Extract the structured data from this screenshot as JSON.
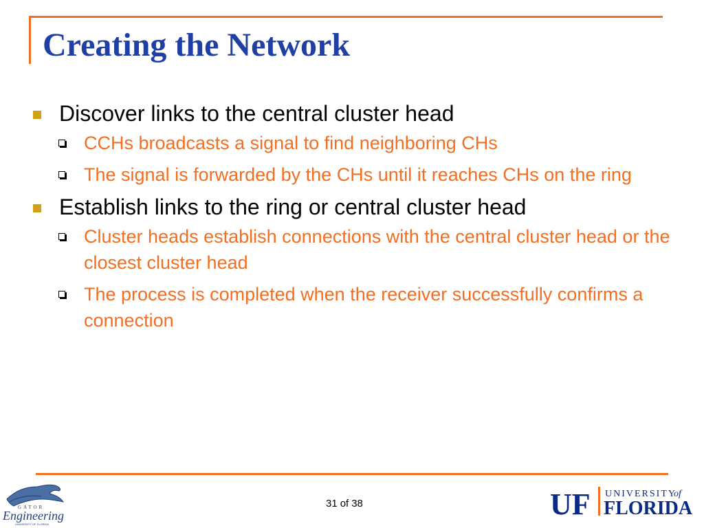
{
  "slide": {
    "title": "Creating the Network",
    "bullets": [
      {
        "text": "Discover links to the central cluster head",
        "sub": [
          "CCHs broadcasts a signal to find neighboring CHs",
          "The signal is forwarded by the CHs until it reaches CHs on the ring"
        ]
      },
      {
        "text": "Establish links to the ring or central cluster head",
        "sub": [
          "Cluster heads establish connections with the central cluster head or the closest cluster head",
          "The process is completed when the receiver successfully confirms a connection"
        ]
      }
    ]
  },
  "footer": {
    "page_current": "31",
    "page_of": "of",
    "page_total": "38",
    "logo_left": "Gator Engineering University of Florida",
    "logo_right_abbrev": "UF",
    "logo_right_line1": "UNIVERSITY",
    "logo_right_of": "of",
    "logo_right_line2": "FLORIDA"
  },
  "colors": {
    "accent": "#f36e21",
    "title": "#1f3fa5",
    "bullet_marker": "#d4a017",
    "uf_blue": "#0b2a85"
  }
}
